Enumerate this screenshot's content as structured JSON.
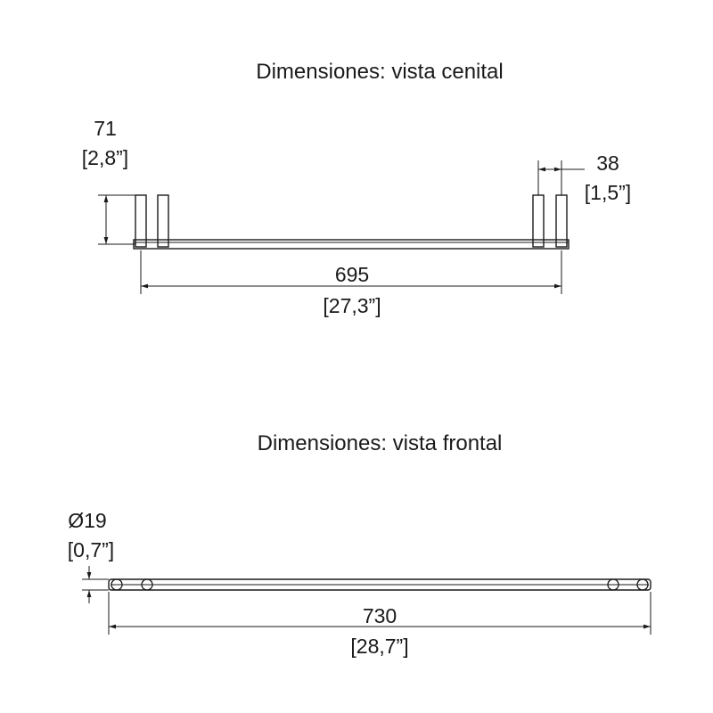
{
  "top_view": {
    "title": "Dimensiones: vista cenital",
    "depth_mm": "71",
    "depth_in": "[2,8”]",
    "bracket_mm": "38",
    "bracket_in": "[1,5”]",
    "length_mm": "695",
    "length_in": "[27,3”]"
  },
  "front_view": {
    "title": "Dimensiones: vista frontal",
    "diameter_mm": "Ø19",
    "diameter_in": "[0,7”]",
    "length_mm": "730",
    "length_in": "[28,7”]"
  }
}
